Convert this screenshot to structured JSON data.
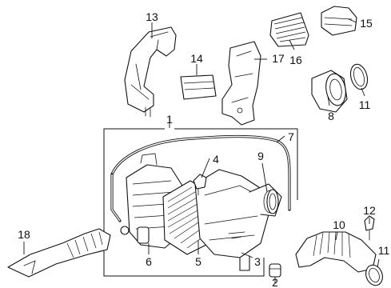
{
  "figure": {
    "type": "exploded-parts-diagram",
    "callouts": [
      {
        "id": "c1",
        "label": "1"
      },
      {
        "id": "c2",
        "label": "2"
      },
      {
        "id": "c3",
        "label": "3"
      },
      {
        "id": "c4",
        "label": "4"
      },
      {
        "id": "c5",
        "label": "5"
      },
      {
        "id": "c6",
        "label": "6"
      },
      {
        "id": "c7",
        "label": "7"
      },
      {
        "id": "c8",
        "label": "8"
      },
      {
        "id": "c9",
        "label": "9"
      },
      {
        "id": "c10",
        "label": "10"
      },
      {
        "id": "c11a",
        "label": "11"
      },
      {
        "id": "c11b",
        "label": "11"
      },
      {
        "id": "c12",
        "label": "12"
      },
      {
        "id": "c13",
        "label": "13"
      },
      {
        "id": "c14",
        "label": "14"
      },
      {
        "id": "c15",
        "label": "15"
      },
      {
        "id": "c16",
        "label": "16"
      },
      {
        "id": "c17",
        "label": "17"
      },
      {
        "id": "c18",
        "label": "18"
      }
    ]
  }
}
